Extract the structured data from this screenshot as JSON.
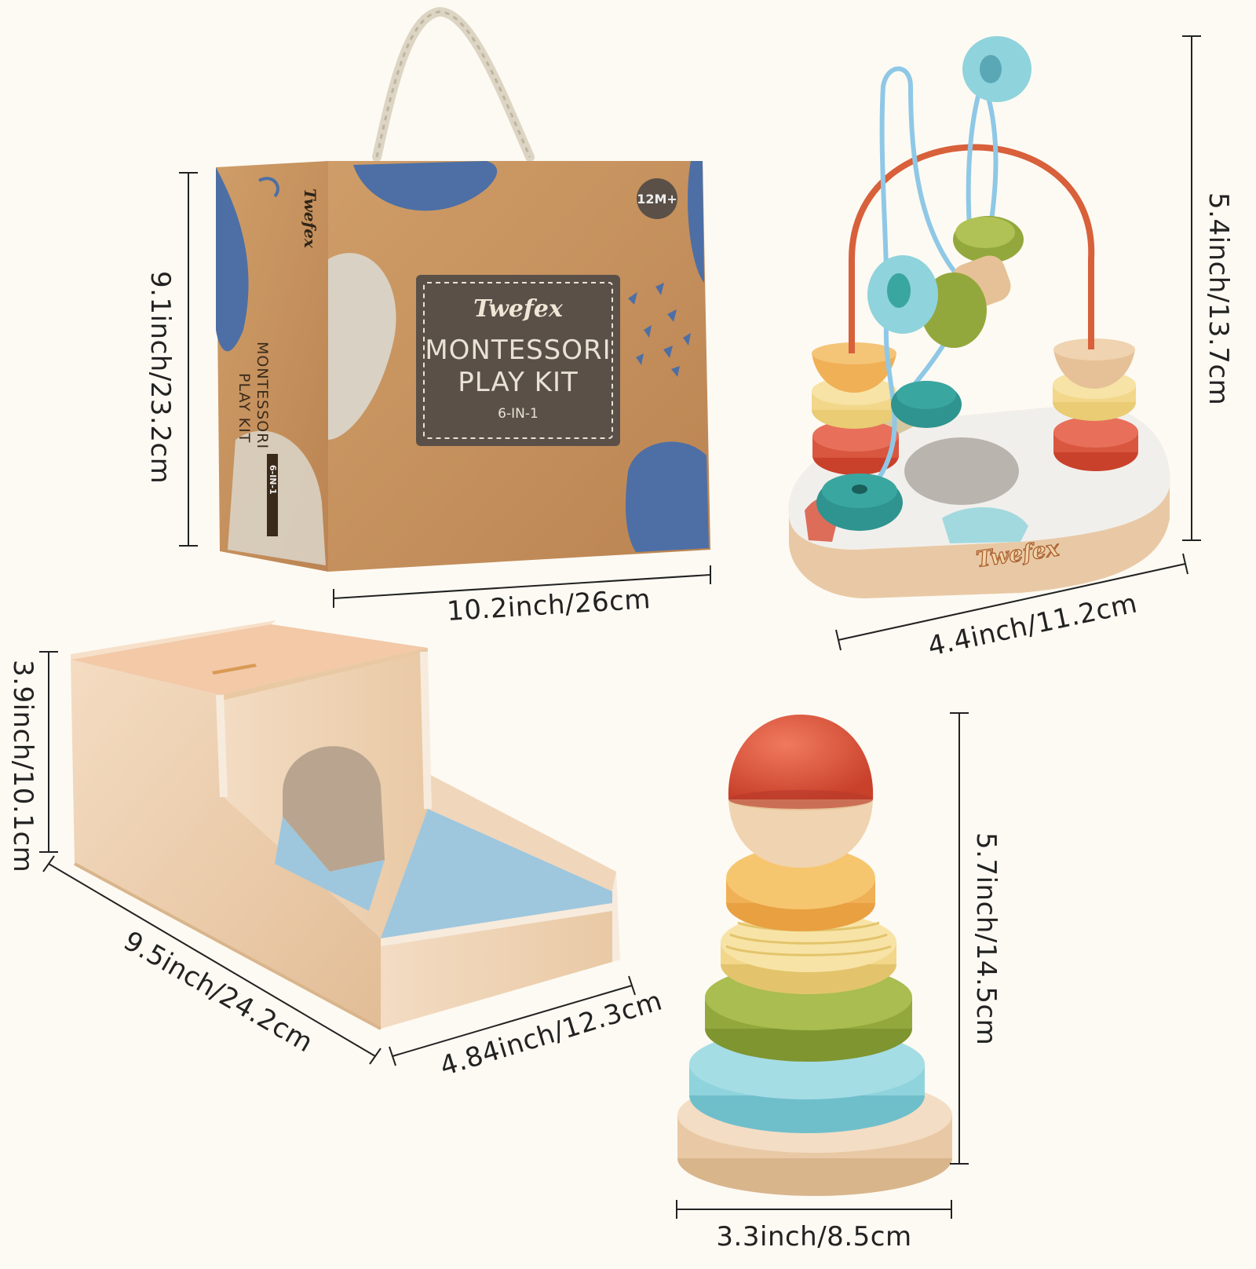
{
  "product_box": {
    "brand": "Twefex",
    "title_line1": "MONTESSORI",
    "title_line2": "PLAY KIT",
    "subtitle": "6-IN-1",
    "age_badge": "12M+",
    "side_title_line1": "MONTESSORI",
    "side_title_line2": "PLAY KIT",
    "side_subtitle": "6-IN-1",
    "side_brand": "Twefex",
    "height_label": "9.1inch/23.2cm",
    "width_label": "10.2inch/26cm"
  },
  "bead_maze": {
    "brand": "Twefex",
    "height_label": "5.4inch/13.7cm",
    "width_label": "4.4inch/11.2cm"
  },
  "permanence_box": {
    "height_label": "3.9inch/10.1cm",
    "length_label": "9.5inch/24.2cm",
    "width_label": "4.84inch/12.3cm"
  },
  "stacker": {
    "height_label": "5.7inch/14.5cm",
    "width_label": "3.3inch/8.5cm"
  },
  "colors": {
    "background": "#fdfaf3",
    "kraft": "#c6925e",
    "label_dark": "#5a5048",
    "blue_paint": "#4d6fa5",
    "red_bead": "#d9563f",
    "yellow_bead": "#f2d78a",
    "green_bead": "#93a83c",
    "teal_bead": "#3aa6a0",
    "light_blue": "#8fd3dc"
  }
}
